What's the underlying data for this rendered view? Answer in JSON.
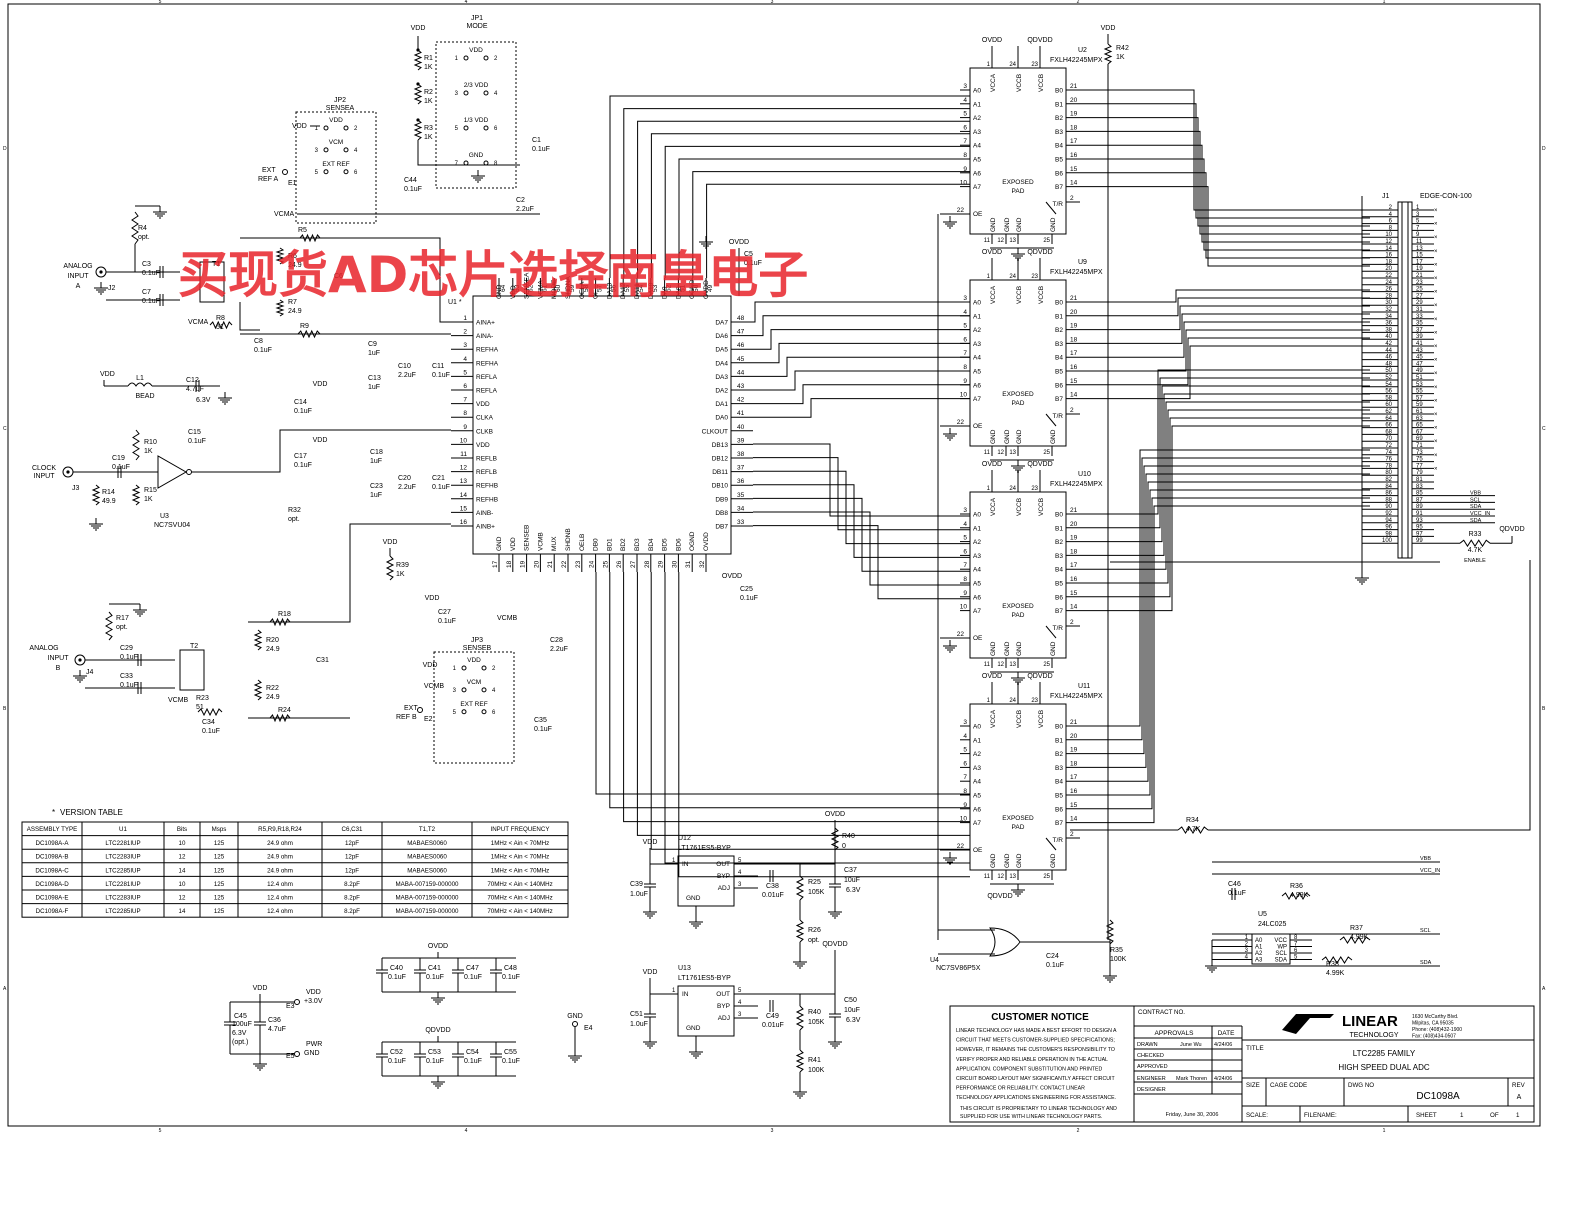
{
  "watermark": "买现货AD芯片选择南皇电子",
  "border": {
    "cols": [
      "5",
      "4",
      "3",
      "2",
      "1"
    ],
    "rows": [
      "D",
      "C",
      "B",
      "A"
    ]
  },
  "adc": {
    "ref": "U1",
    "star": "*",
    "left_pins": [
      {
        "num": "1",
        "name": "AINA+"
      },
      {
        "num": "2",
        "name": "AINA-"
      },
      {
        "num": "3",
        "name": "REFHA"
      },
      {
        "num": "4",
        "name": "REFHA"
      },
      {
        "num": "5",
        "name": "REFLA"
      },
      {
        "num": "6",
        "name": "REFLA"
      },
      {
        "num": "7",
        "name": "VDD"
      },
      {
        "num": "8",
        "name": "CLKA"
      },
      {
        "num": "9",
        "name": "CLKB"
      },
      {
        "num": "10",
        "name": "VDD"
      },
      {
        "num": "11",
        "name": "REFLB"
      },
      {
        "num": "12",
        "name": "REFLB"
      },
      {
        "num": "13",
        "name": "REFHB"
      },
      {
        "num": "14",
        "name": "REFHB"
      },
      {
        "num": "15",
        "name": "AINB-"
      },
      {
        "num": "16",
        "name": "AINB+"
      }
    ],
    "top_pins": [
      {
        "num": "64",
        "name": "GND"
      },
      {
        "num": "63",
        "name": "VDD"
      },
      {
        "num": "62",
        "name": "SENSEA"
      },
      {
        "num": "61",
        "name": "VCMA"
      },
      {
        "num": "60",
        "name": "MODE"
      },
      {
        "num": "59",
        "name": "SHDNA"
      },
      {
        "num": "58",
        "name": "OELA"
      },
      {
        "num": "57",
        "name": "OF"
      },
      {
        "num": "56",
        "name": "DA13"
      },
      {
        "num": "55",
        "name": "DA12"
      },
      {
        "num": "54",
        "name": "DA11"
      },
      {
        "num": "53",
        "name": "DA10"
      },
      {
        "num": "52",
        "name": "DA9"
      },
      {
        "num": "51",
        "name": "DA8"
      },
      {
        "num": "50",
        "name": "OGND"
      },
      {
        "num": "49",
        "name": "OVDD"
      }
    ],
    "right_pins": [
      {
        "num": "48",
        "name": "DA7"
      },
      {
        "num": "47",
        "name": "DA6"
      },
      {
        "num": "46",
        "name": "DA5"
      },
      {
        "num": "45",
        "name": "DA4"
      },
      {
        "num": "44",
        "name": "DA3"
      },
      {
        "num": "43",
        "name": "DA2"
      },
      {
        "num": "42",
        "name": "DA1"
      },
      {
        "num": "41",
        "name": "DA0"
      },
      {
        "num": "40",
        "name": "CLKOUT"
      },
      {
        "num": "39",
        "name": "DB13"
      },
      {
        "num": "38",
        "name": "DB12"
      },
      {
        "num": "37",
        "name": "DB11"
      },
      {
        "num": "36",
        "name": "DB10"
      },
      {
        "num": "35",
        "name": "DB9"
      },
      {
        "num": "34",
        "name": "DB8"
      },
      {
        "num": "33",
        "name": "DB7"
      }
    ],
    "bottom_pins": [
      {
        "num": "17",
        "name": "GND"
      },
      {
        "num": "18",
        "name": "VDD"
      },
      {
        "num": "19",
        "name": "SENSEB"
      },
      {
        "num": "20",
        "name": "VCMB"
      },
      {
        "num": "21",
        "name": "MUX"
      },
      {
        "num": "22",
        "name": "SHDNB"
      },
      {
        "num": "23",
        "name": "OELB"
      },
      {
        "num": "24",
        "name": "DB0"
      },
      {
        "num": "25",
        "name": "BD1"
      },
      {
        "num": "26",
        "name": "BD2"
      },
      {
        "num": "27",
        "name": "BD3"
      },
      {
        "num": "28",
        "name": "BD4"
      },
      {
        "num": "29",
        "name": "BD5"
      },
      {
        "num": "30",
        "name": "BD6"
      },
      {
        "num": "31",
        "name": "OGND"
      },
      {
        "num": "32",
        "name": "OVDD"
      }
    ]
  },
  "buffers": {
    "part": "FXLH42245MPX",
    "refs": [
      "U2",
      "U9",
      "U10",
      "U11"
    ],
    "left_pins": [
      {
        "num": "3",
        "name": "A0"
      },
      {
        "num": "4",
        "name": "A1"
      },
      {
        "num": "5",
        "name": "A2"
      },
      {
        "num": "6",
        "name": "A3"
      },
      {
        "num": "7",
        "name": "A4"
      },
      {
        "num": "8",
        "name": "A5"
      },
      {
        "num": "9",
        "name": "A6"
      },
      {
        "num": "10",
        "name": "A7"
      }
    ],
    "right_pins": [
      {
        "num": "21",
        "name": "B0"
      },
      {
        "num": "20",
        "name": "B1"
      },
      {
        "num": "19",
        "name": "B2"
      },
      {
        "num": "18",
        "name": "B3"
      },
      {
        "num": "17",
        "name": "B4"
      },
      {
        "num": "16",
        "name": "B5"
      },
      {
        "num": "15",
        "name": "B6"
      },
      {
        "num": "14",
        "name": "B7"
      }
    ],
    "top_pins": [
      "VCCA",
      "VCCB",
      "VCCB"
    ],
    "top_nums": [
      "1",
      "24",
      "23"
    ],
    "bottom_pins": [
      "GND",
      "GND",
      "GND",
      "GND"
    ],
    "bottom_nums": [
      "11",
      "12",
      "13",
      "25"
    ],
    "oe": "OE",
    "oe_num": "22",
    "tr": "T/R",
    "tr_num": "2",
    "pad": [
      "EXPOSED",
      "PAD"
    ],
    "ovdd": "OVDD",
    "qdvdd": "QDVDD"
  },
  "connector": {
    "ref": "J1",
    "part": "EDGE-CON-100",
    "right_labels": [
      {
        "pin": "85",
        "name": "VBB"
      },
      {
        "pin": "87",
        "name": "SCL"
      },
      {
        "pin": "89",
        "name": "SDA"
      },
      {
        "pin": "91",
        "name": "VCC_IN"
      },
      {
        "pin": "93",
        "name": "SDA"
      }
    ],
    "r33": "R33",
    "r33_val": "4.7K",
    "enable": "ENABLE",
    "qdvdd": "QDVDD"
  },
  "jumpers": {
    "jp1": {
      "ref": "JP1",
      "name": "MODE",
      "rows": [
        "VDD",
        "2/3 VDD",
        "1/3 VDD",
        "GND"
      ]
    },
    "jp2": {
      "ref": "JP2",
      "name": "SENSEA",
      "rows": [
        "VDD",
        "VCM",
        "EXT REF"
      ]
    },
    "jp3": {
      "ref": "JP3",
      "name": "SENSEB",
      "rows": [
        "VDD",
        "VCM",
        "EXT REF"
      ]
    }
  },
  "labels": {
    "vdd": "VDD",
    "ovdd": "OVDD",
    "qdvdd": "QDVDD",
    "vcma": "VCMA",
    "vcmb": "VCMB",
    "ext_refa": [
      "EXT",
      "REF A"
    ],
    "e1": "E1",
    "ext_refb": [
      "EXT",
      "REF B"
    ],
    "e2": "E2",
    "analog_a": [
      "ANALOG",
      "INPUT",
      "A"
    ],
    "j2": "J2",
    "analog_b": [
      "ANALOG",
      "INPUT",
      "B"
    ],
    "j4": "J4",
    "clock": [
      "CLOCK",
      "INPUT"
    ],
    "j3": "J3",
    "u3": "U3",
    "u3_part": "NC7SVU04",
    "l1": "L1",
    "bead": "BEAD",
    "t1": "T1",
    "t2": "T2",
    "u4": "U4",
    "u4_part": "NC7SV86P5X"
  },
  "parts": [
    {
      "ref": "R1",
      "val": "1K"
    },
    {
      "ref": "R2",
      "val": "1K"
    },
    {
      "ref": "R3",
      "val": "1K"
    },
    {
      "ref": "C1",
      "val": "0.1uF"
    },
    {
      "ref": "C2",
      "val": "2.2uF"
    },
    {
      "ref": "C44",
      "val": "0.1uF"
    },
    {
      "ref": "R4",
      "val": "opt."
    },
    {
      "ref": "C3",
      "val": "0.1uF"
    },
    {
      "ref": "C7",
      "val": "0.1uF"
    },
    {
      "ref": "R5",
      "val": ""
    },
    {
      "ref": "R6",
      "val": "24.9"
    },
    {
      "ref": "R7",
      "val": "24.9"
    },
    {
      "ref": "R8",
      "val": "51"
    },
    {
      "ref": "R9",
      "val": ""
    },
    {
      "ref": "C8",
      "val": "0.1uF"
    },
    {
      "ref": "C6",
      "val": ""
    },
    {
      "ref": "C9",
      "val": "1uF"
    },
    {
      "ref": "C10",
      "val": "2.2uF"
    },
    {
      "ref": "C11",
      "val": "0.1uF"
    },
    {
      "ref": "C13",
      "val": "1uF"
    },
    {
      "ref": "C14",
      "val": "0.1uF"
    },
    {
      "ref": "C12",
      "val": "4.7uF"
    },
    {
      "ref": "C12b",
      "val": "6.3V"
    },
    {
      "ref": "R10",
      "val": "1K"
    },
    {
      "ref": "C15",
      "val": "0.1uF"
    },
    {
      "ref": "C19",
      "val": "0.1uF"
    },
    {
      "ref": "R14",
      "val": "49.9"
    },
    {
      "ref": "R15",
      "val": "1K"
    },
    {
      "ref": "C17",
      "val": "0.1uF"
    },
    {
      "ref": "C18",
      "val": "1uF"
    },
    {
      "ref": "C20",
      "val": "2.2uF"
    },
    {
      "ref": "C21",
      "val": "0.1uF"
    },
    {
      "ref": "C23",
      "val": "1uF"
    },
    {
      "ref": "R32",
      "val": "opt."
    },
    {
      "ref": "C5",
      "val": "0.1uF"
    },
    {
      "ref": "R42",
      "val": "1K"
    },
    {
      "ref": "R39",
      "val": "1K"
    },
    {
      "ref": "C27",
      "val": "0.1uF"
    },
    {
      "ref": "C28",
      "val": "2.2uF"
    },
    {
      "ref": "C25",
      "val": "0.1uF"
    },
    {
      "ref": "R17",
      "val": "opt."
    },
    {
      "ref": "C29",
      "val": "0.1uF"
    },
    {
      "ref": "C33",
      "val": "0.1uF"
    },
    {
      "ref": "R18",
      "val": ""
    },
    {
      "ref": "R20",
      "val": "24.9"
    },
    {
      "ref": "R22",
      "val": "24.9"
    },
    {
      "ref": "R23",
      "val": "51"
    },
    {
      "ref": "R24",
      "val": ""
    },
    {
      "ref": "C34",
      "val": "0.1uF"
    },
    {
      "ref": "C31",
      "val": ""
    },
    {
      "ref": "C35",
      "val": "0.1uF"
    },
    {
      "ref": "R34",
      "val": "4.7K"
    },
    {
      "ref": "R35",
      "val": "100K"
    },
    {
      "ref": "C24",
      "val": "0.1uF"
    },
    {
      "ref": "C46",
      "val": "0.1uF"
    },
    {
      "ref": "R36",
      "val": "4.99K"
    },
    {
      "ref": "R37",
      "val": "4.99K"
    },
    {
      "ref": "R38",
      "val": "4.99K"
    }
  ],
  "eeprom": {
    "ref": "U5",
    "part": "24LC025",
    "pins_l": [
      "A0",
      "A1",
      "A2",
      "A3"
    ],
    "pins_r": [
      "VCC",
      "WP",
      "SCL",
      "SDA"
    ],
    "nets": [
      "VBB",
      "VCC_IN",
      "SCL",
      "SDA"
    ]
  },
  "regs": [
    {
      "ref": "U12",
      "part": "LT1761ES5-BYP",
      "cin": "C39",
      "cin_val": "1.0uF",
      "cbyp": "C38",
      "cbyp_val": "0.01uF",
      "r1": "R25",
      "r1_val": "105K",
      "r2": "R26",
      "r2_val": "opt.",
      "cout": "C37",
      "cout_val": "10uF",
      "cout_v": "6.3V",
      "rtop": "R40",
      "rtop_val": "0",
      "out_net": "OVDD"
    },
    {
      "ref": "U13",
      "part": "LT1761ES5-BYP",
      "cin": "C51",
      "cin_val": "1.0uF",
      "cbyp": "C49",
      "cbyp_val": "0.01uF",
      "r1": "R40",
      "r1_val": "105K",
      "r2": "R41",
      "r2_val": "100K",
      "cout": "C50",
      "cout_val": "10uF",
      "cout_v": "6.3V",
      "rtop": "",
      "rtop_val": "",
      "out_net": "QDVDD"
    }
  ],
  "reg_pins": {
    "in": "IN",
    "out": "OUT",
    "byp": "BYP",
    "adj": "ADJ",
    "gnd": "GND",
    "n1": "1",
    "n2": "2",
    "n3": "3",
    "n4": "4",
    "n5": "5"
  },
  "decoupling": {
    "ovdd": [
      {
        "ref": "C40",
        "val": "0.1uF"
      },
      {
        "ref": "C41",
        "val": "0.1uF"
      },
      {
        "ref": "C47",
        "val": "0.1uF"
      },
      {
        "ref": "C48",
        "val": "0.1uF"
      }
    ],
    "qdvdd": [
      {
        "ref": "C52",
        "val": "0.1uF"
      },
      {
        "ref": "C53",
        "val": "0.1uF"
      },
      {
        "ref": "C54",
        "val": "0.1uF"
      },
      {
        "ref": "C55",
        "val": "0.1uF"
      }
    ]
  },
  "power": {
    "c45": "C45",
    "c45_v": [
      "100uF",
      "6.3V",
      "(opt.)"
    ],
    "c36": "C36",
    "c36_v": "4.7uF",
    "e3": "E3",
    "vdd": "VDD",
    "vdd_v": "+3.0V",
    "e5": "E5",
    "pwr": [
      "PWR",
      "GND"
    ],
    "gnd": "GND",
    "e4": "E4"
  },
  "version_table": {
    "title": "VERSION TABLE",
    "star": "*",
    "headers": [
      "ASSEMBLY TYPE",
      "U1",
      "Bits",
      "Msps",
      "R5,R9,R18,R24",
      "C6,C31",
      "T1,T2",
      "INPUT FREQUENCY"
    ],
    "rows": [
      [
        "DC1098A-A",
        "LTC2281IUP",
        "10",
        "125",
        "24.9 ohm",
        "12pF",
        "MABAES0060",
        "1MHz < Ain < 70MHz"
      ],
      [
        "DC1098A-B",
        "LTC2283IUP",
        "12",
        "125",
        "24.9 ohm",
        "12pF",
        "MABAES0060",
        "1MHz < Ain < 70MHz"
      ],
      [
        "DC1098A-C",
        "LTC2285IUP",
        "14",
        "125",
        "24.9 ohm",
        "12pF",
        "MABAES0060",
        "1MHz < Ain < 70MHz"
      ],
      [
        "DC1098A-D",
        "LTC2281IUP",
        "10",
        "125",
        "12.4 ohm",
        "8.2pF",
        "MABA-007159-000000",
        "70MHz < Ain < 140MHz"
      ],
      [
        "DC1098A-E",
        "LTC2283IUP",
        "12",
        "125",
        "12.4 ohm",
        "8.2pF",
        "MABA-007159-000000",
        "70MHz < Ain < 140MHz"
      ],
      [
        "DC1098A-F",
        "LTC2285IUP",
        "14",
        "125",
        "12.4 ohm",
        "8.2pF",
        "MABA-007159-000000",
        "70MHz < Ain < 140MHz"
      ]
    ]
  },
  "title_block": {
    "notice_title": "CUSTOMER NOTICE",
    "notice_lines": [
      "LINEAR TECHNOLOGY HAS MADE A BEST EFFORT TO DESIGN A",
      "CIRCUIT THAT MEETS CUSTOMER-SUPPLIED SPECIFICATIONS;",
      "HOWEVER, IT REMAINS THE CUSTOMER'S RESPONSIBILITY TO",
      "VERIFY PROPER AND RELIABLE OPERATION IN THE ACTUAL",
      "APPLICATION. COMPONENT SUBSTITUTION AND PRINTED",
      "CIRCUIT BOARD LAYOUT MAY SIGNIFICANTLY AFFECT CIRCUIT",
      "PERFORMANCE OR RELIABILITY. CONTACT LINEAR",
      "TECHNOLOGY APPLICATIONS ENGINEERING FOR ASSISTANCE."
    ],
    "prop_lines": [
      "THIS CIRCUIT IS PROPRIETARY TO LINEAR TECHNOLOGY AND",
      "SUPPLIED FOR USE WITH LINEAR TECHNOLOGY PARTS."
    ],
    "contract": "CONTRACT NO.",
    "approvals": "APPROVALS",
    "date": "DATE",
    "drawn": "DRAWN",
    "drawn_by": "June Wu",
    "drawn_date": "4/24/06",
    "checked": "CHECKED",
    "approved": "APPROVED",
    "engineer": "ENGINEER",
    "engineer_by": "Mark Thoren",
    "engineer_date": "4/24/06",
    "designer": "DESIGNER",
    "logo_text": "LINEAR",
    "logo_sub": "TECHNOLOGY",
    "address": [
      "1630 McCarthy Blvd.",
      "Milpitas, CA 95035",
      "Phone: (408)432-1900",
      "Fax: (408)434-0507"
    ],
    "title_label": "TITLE",
    "title1": "LTC2285 FAMILY",
    "title2": "HIGH SPEED DUAL ADC",
    "size": "SIZE",
    "cage": "CAGE CODE",
    "dwg": "DWG NO",
    "rev": "REV",
    "dwg_no": "DC1098A",
    "rev_val": "A",
    "scale": "SCALE:",
    "filename": "FILENAME:",
    "sheet": "SHEET",
    "sheet_no": "1",
    "of": "OF",
    "of_no": "1",
    "print_date": "Friday, June 30, 2006"
  }
}
